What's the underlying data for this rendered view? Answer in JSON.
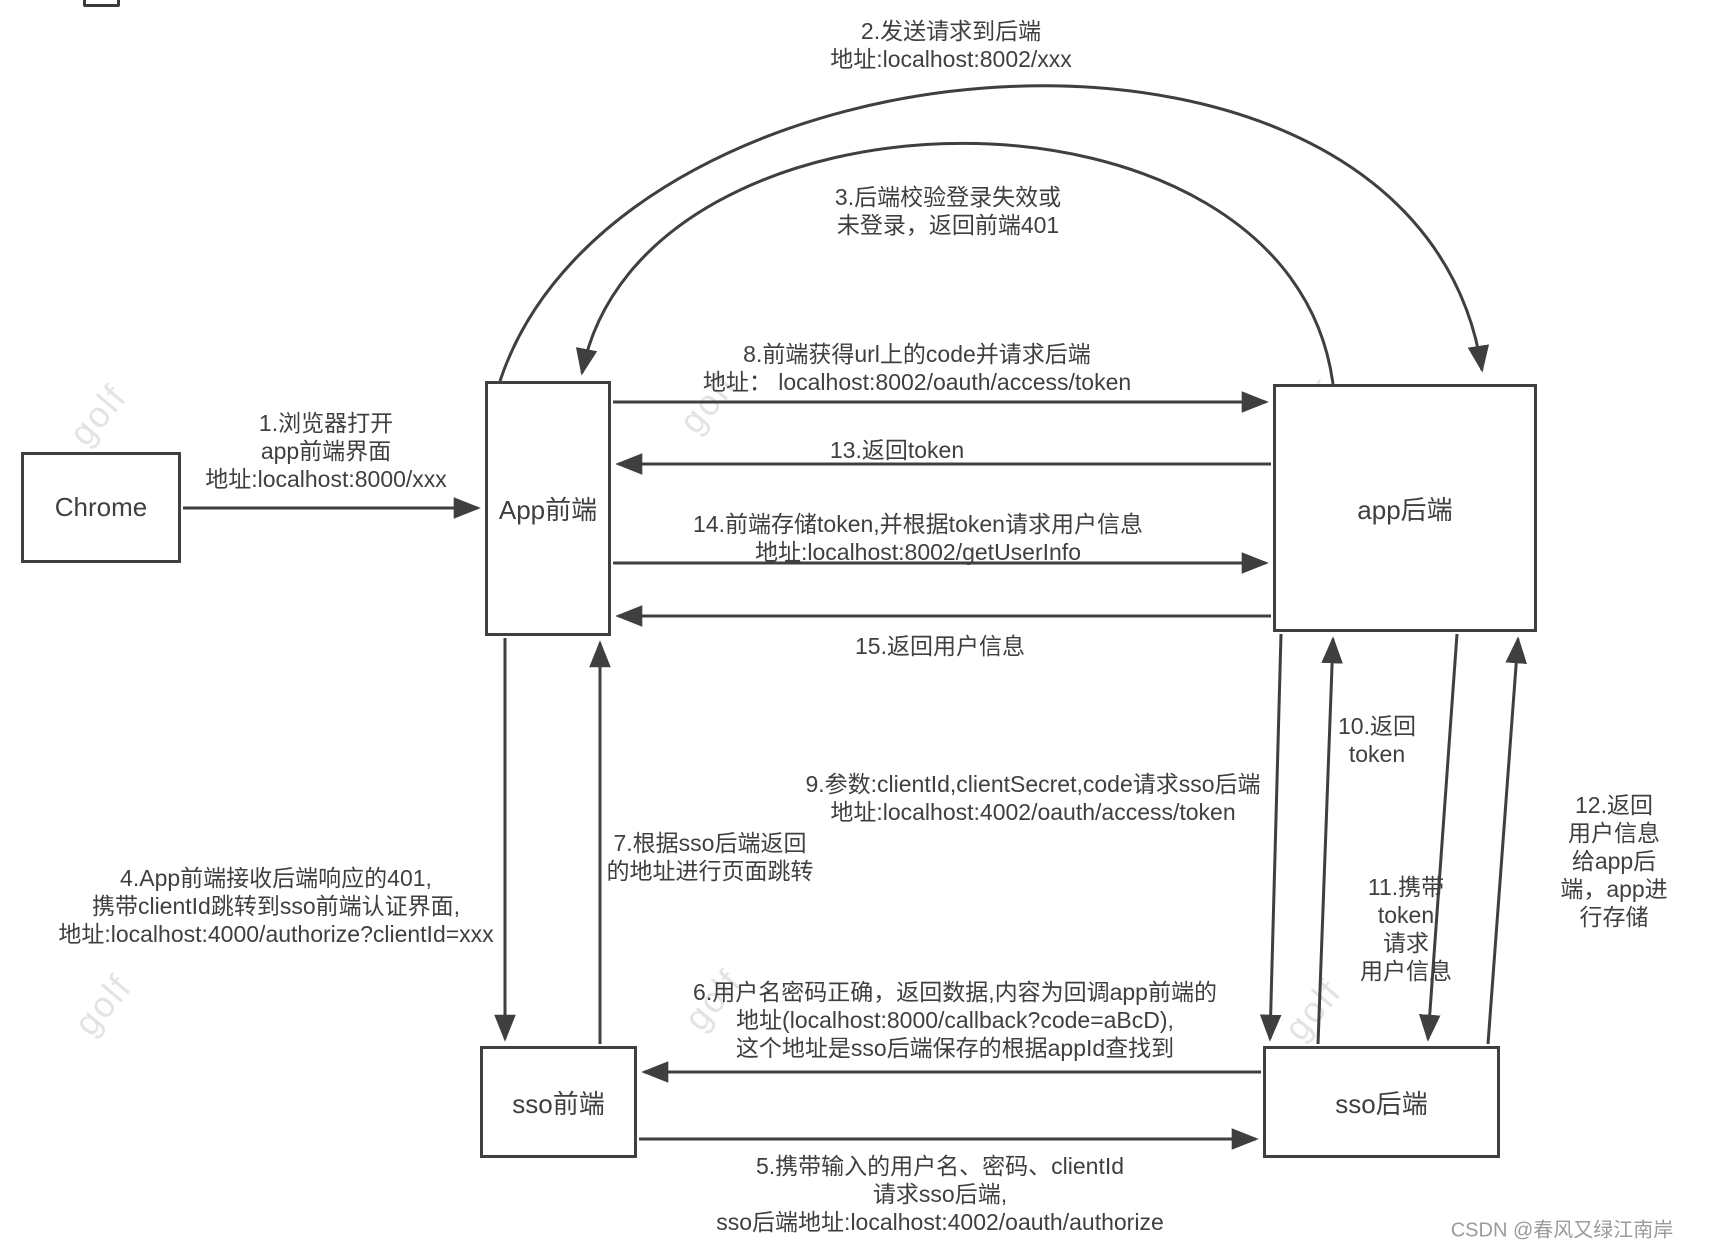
{
  "diagram": {
    "nodes": {
      "chrome": {
        "label": "Chrome"
      },
      "app_frontend": {
        "label": "App前端"
      },
      "app_backend": {
        "label": "app后端"
      },
      "sso_frontend": {
        "label": "sso前端"
      },
      "sso_backend": {
        "label": "sso后端"
      }
    },
    "labels": {
      "step1": "1.浏览器打开\napp前端界面\n地址:localhost:8000/xxx",
      "step2": "2.发送请求到后端\n地址:localhost:8002/xxx",
      "step3": "3.后端校验登录失效或\n未登录，返回前端401",
      "step4": "4.App前端接收后端响应的401,\n携带clientId跳转到sso前端认证界面,\n地址:localhost:4000/authorize?clientId=xxx",
      "step5": "5.携带输入的用户名、密码、clientId\n请求sso后端,\nsso后端地址:localhost:4002/oauth/authorize",
      "step6": "6.用户名密码正确，返回数据,内容为回调app前端的\n地址(localhost:8000/callback?code=aBcD),\n这个地址是sso后端保存的根据appId查找到",
      "step7": "7.根据sso后端返回\n的地址进行页面跳转",
      "step8": "8.前端获得url上的code并请求后端\n地址： localhost:8002/oauth/access/token",
      "step9": "9.参数:clientId,clientSecret,code请求sso后端\n地址:localhost:4002/oauth/access/token",
      "step10": "10.返回\ntoken",
      "step11": "11.携带\ntoken\n请求\n用户信息",
      "step12": "12.返回\n用户信息给app后\n端，app进行存储",
      "step13": "13.返回token",
      "step14": "14.前端存储token,并根据token请求用户信息\n地址:localhost:8002/getUserInfo",
      "step15": "15.返回用户信息"
    },
    "watermark": "golf",
    "credit": "CSDN @春风又绿江南岸",
    "colors": {
      "line": "#3f3f3f",
      "text": "#3f3f3f",
      "background": "#ffffff",
      "watermark": "#dedede",
      "credit": "#9b9b9b"
    }
  }
}
